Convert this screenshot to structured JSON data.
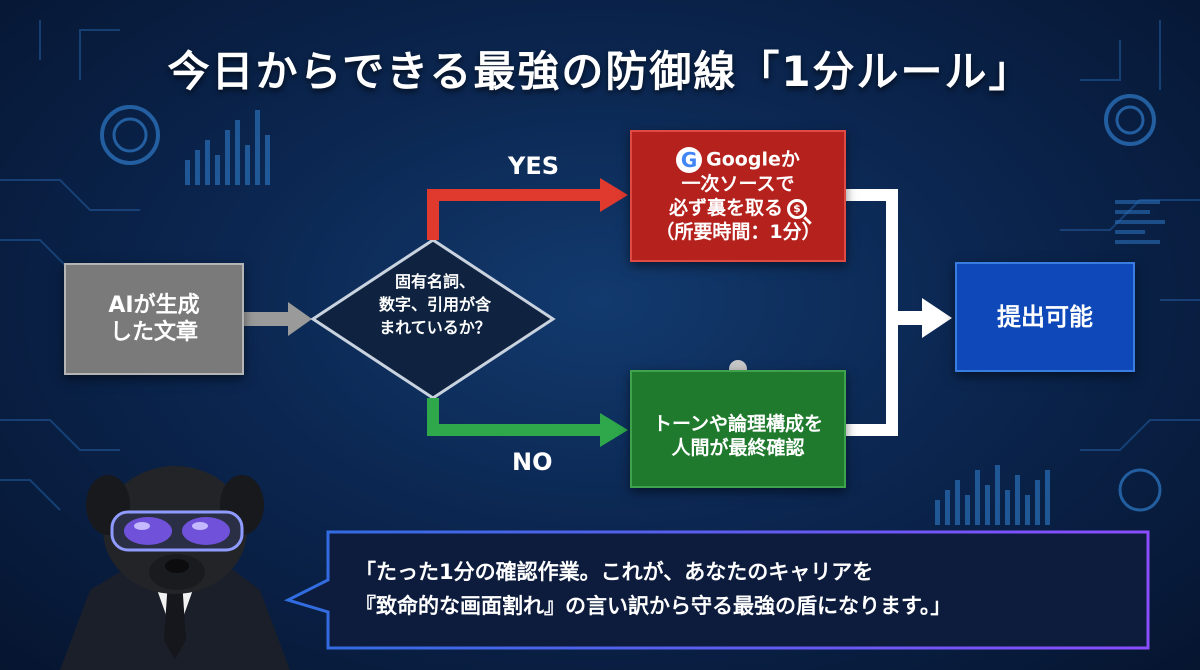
{
  "title": "今日からできる最強の防御線「1分ルール」",
  "input_box": {
    "line1": "AIが生成",
    "line2": "した文章"
  },
  "decision": {
    "line1": "固有名詞、",
    "line2": "数字、引用が含",
    "line3": "まれているか？"
  },
  "branch_yes": {
    "label": "YES",
    "line1": "Googleか",
    "line2": "一次ソースで",
    "line3": "必ず裏を取る",
    "line4": "（所要時間：1分）",
    "logo_letter": "G",
    "search_symbol": "$"
  },
  "branch_no": {
    "label": "NO",
    "line1": "トーンや論理構成を",
    "line2": "人間が最終確認"
  },
  "output_box": {
    "label": "提出可能"
  },
  "speech_bubble": {
    "line1": "「たった1分の確認作業。これが、あなたのキャリアを",
    "line2": "『致命的な画面割れ』の言い訳から守る最強の盾になります。」"
  },
  "colors": {
    "background": "#0b2650",
    "yes_arrow": "#e03a2f",
    "no_arrow": "#2ea84a",
    "gray_arrow": "#9a9a9a",
    "merge_arrow": "#ffffff",
    "bubble_border": "#7b5cff"
  },
  "icons": [
    "google-icon",
    "search-dollar-icon",
    "person-icon",
    "pug-avatar"
  ]
}
